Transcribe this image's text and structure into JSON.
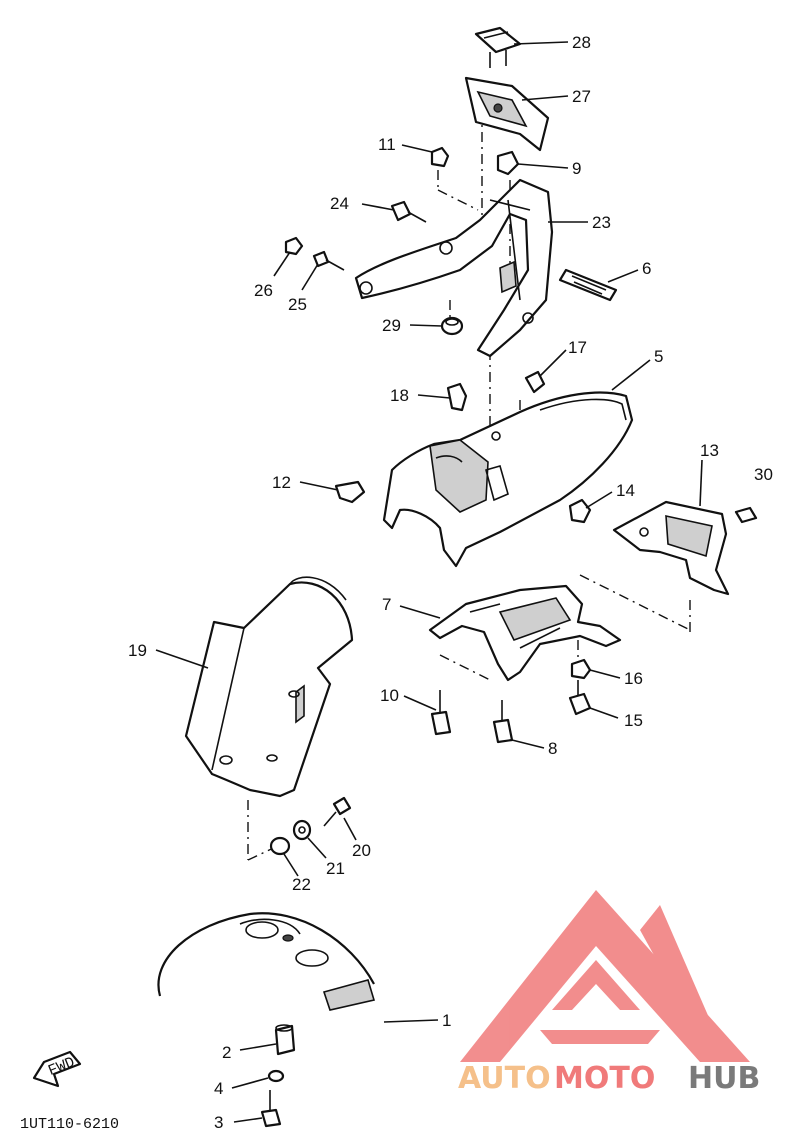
{
  "diagram": {
    "callouts": [
      {
        "num": "28"
      },
      {
        "num": "27"
      },
      {
        "num": "11"
      },
      {
        "num": "9"
      },
      {
        "num": "24"
      },
      {
        "num": "23"
      },
      {
        "num": "26"
      },
      {
        "num": "25"
      },
      {
        "num": "6"
      },
      {
        "num": "29"
      },
      {
        "num": "17"
      },
      {
        "num": "5"
      },
      {
        "num": "18"
      },
      {
        "num": "13"
      },
      {
        "num": "30"
      },
      {
        "num": "12"
      },
      {
        "num": "14"
      },
      {
        "num": "7"
      },
      {
        "num": "19"
      },
      {
        "num": "16"
      },
      {
        "num": "10"
      },
      {
        "num": "15"
      },
      {
        "num": "8"
      },
      {
        "num": "20"
      },
      {
        "num": "21"
      },
      {
        "num": "22"
      },
      {
        "num": "1"
      },
      {
        "num": "2"
      },
      {
        "num": "4"
      },
      {
        "num": "3"
      }
    ],
    "diagram_code": "1UT110-6210",
    "fwd_label": "FWD"
  },
  "watermark": {
    "part1": "AUTO",
    "part2": "MOTO",
    "part3": "HUB",
    "color_orange": "#f5c08a",
    "color_red": "#f07a7a",
    "color_grey": "#7a7a7a"
  }
}
